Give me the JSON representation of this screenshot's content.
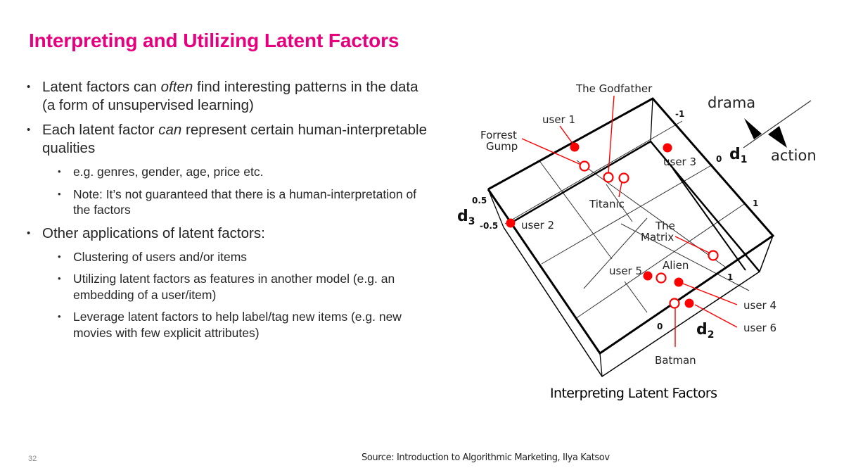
{
  "slide": {
    "title": "Interpreting and Utilizing Latent Factors",
    "title_color": "#e6007e",
    "page_number": "32",
    "source": "Source: Introduction to Algorithmic Marketing, Ilya Katsov"
  },
  "bullets": [
    {
      "level": 1,
      "pre": "Latent factors can ",
      "em": "often",
      "post": " find interesting patterns in the data (a form of unsupervised learning)"
    },
    {
      "level": 1,
      "pre": "Each latent factor ",
      "em": "can",
      "post": " represent certain human-interpretable qualities"
    },
    {
      "level": 2,
      "text": "e.g. genres, gender, age, price etc."
    },
    {
      "level": 2,
      "text": "Note: It’s not guaranteed that there is a human-interpretation of the factors"
    },
    {
      "level": 1,
      "text": "Other applications of latent factors:"
    },
    {
      "level": 2,
      "text": "Clustering of users and/or items"
    },
    {
      "level": 2,
      "text": "Utilizing latent factors as features in another model (e.g. an embedding of a user/item)"
    },
    {
      "level": 2,
      "text": "Leverage latent factors to help label/tag new items (e.g. new movies with few explicit attributes)"
    }
  ],
  "diagram": {
    "caption": "Interpreting Latent Factors",
    "axes": {
      "d1": {
        "name": "d",
        "sub": "1",
        "ticks": [
          "-1",
          "0",
          "1"
        ],
        "neg_label": "drama",
        "pos_label": "action"
      },
      "d2": {
        "name": "d",
        "sub": "2",
        "ticks": [
          "0",
          "1"
        ]
      },
      "d3": {
        "name": "d",
        "sub": "3",
        "ticks": [
          "0.5",
          "-0.5"
        ]
      }
    },
    "users": [
      {
        "label": "user 1"
      },
      {
        "label": "user 2"
      },
      {
        "label": "user 3"
      },
      {
        "label": "user 4"
      },
      {
        "label": "user 5"
      },
      {
        "label": "user 6"
      }
    ],
    "movies": [
      {
        "label": "The Godfather"
      },
      {
        "label_line1": "Forrest",
        "label_line2": "Gump"
      },
      {
        "label": "Titanic"
      },
      {
        "label_line1": "The",
        "label_line2": "Matrix"
      },
      {
        "label": "Alien"
      },
      {
        "label": "Batman"
      }
    ],
    "point_color": "#ff0000"
  }
}
